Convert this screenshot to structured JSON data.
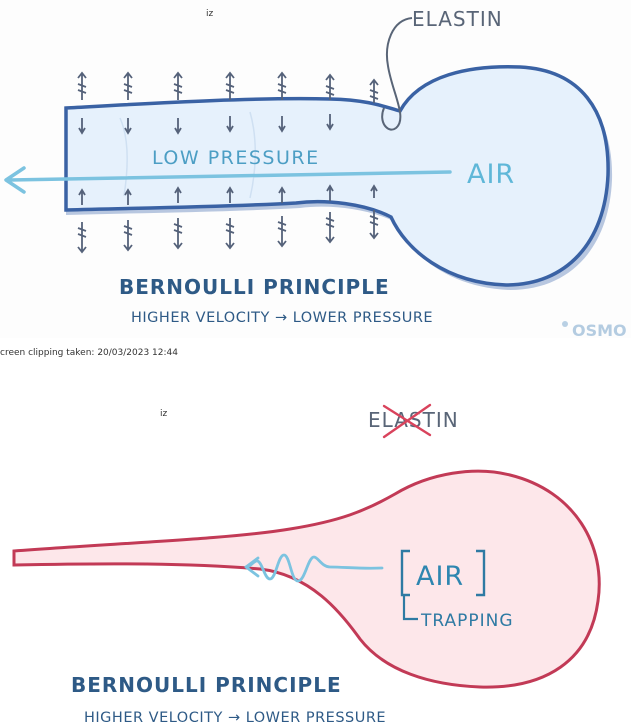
{
  "caption": "creen clipping taken: 20/03/2023 12:44",
  "colors": {
    "blue_outline": "#3a62a4",
    "blue_fill": "#e6f1fc",
    "blue_shadow": "#7f9bc9",
    "air_arrow": "#7cc3e0",
    "title_blue": "#2e5a86",
    "pink_outline": "#c23a56",
    "pink_fill": "#fde7ea",
    "cross_red": "#d9435c",
    "gray_arrow": "#55627a"
  },
  "panels": [
    {
      "marker": "iz",
      "elastin": "ELASTIN",
      "low_pressure": "LOW PRESSURE",
      "air": "AIR",
      "title": "BERNOULLI PRINCIPLE",
      "subtitle": "HIGHER VELOCITY → LOWER PRESSURE",
      "watermark": "OSMO"
    },
    {
      "marker": "iz",
      "elastin": "ELASTIN",
      "air": "AIR",
      "trapping": "TRAPPING",
      "title": "BERNOULLI PRINCIPLE",
      "subtitle": "HIGHER VELOCITY → LOWER PRESSURE"
    }
  ]
}
